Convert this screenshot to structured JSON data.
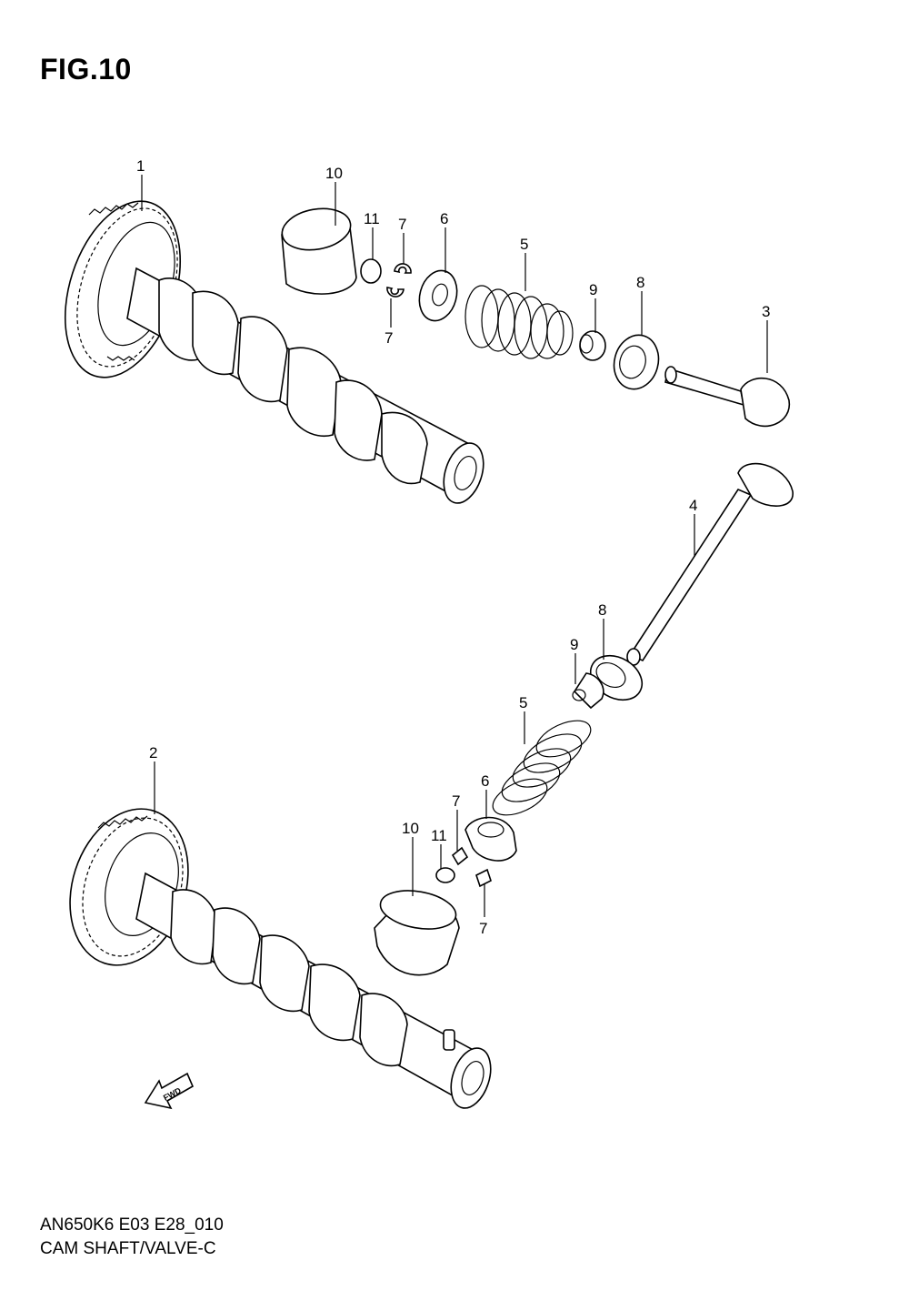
{
  "figure_title": "FIG.10",
  "footer": {
    "model_code": "AN650K6 E03 E28_010",
    "group_name": "CAM SHAFT/VALVE-C"
  },
  "fwd_arrow_label": "FWD",
  "callouts": {
    "cam_1": "1",
    "cam_2": "2",
    "valve_3": "3",
    "valve_4": "4",
    "spring_upper": "5",
    "spring_lower": "5",
    "retainer_upper": "6",
    "retainer_lower": "6",
    "cotter_upper_a": "7",
    "cotter_upper_b": "7",
    "cotter_lower_a": "7",
    "cotter_lower_b": "7",
    "seat_upper": "8",
    "seat_lower": "8",
    "seal_upper": "9",
    "seal_lower": "9",
    "tappet_upper": "10",
    "tappet_lower": "10",
    "shim_upper": "11",
    "shim_lower": "11"
  }
}
